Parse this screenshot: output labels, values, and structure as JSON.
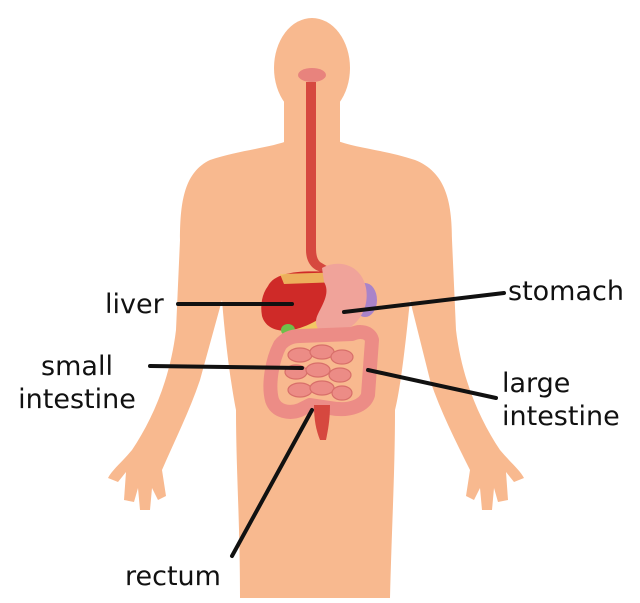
{
  "labels": {
    "liver": "liver",
    "small_intestine": [
      "small",
      "intestine"
    ],
    "stomach": "stomach",
    "large_intestine": [
      "large",
      "intestine"
    ],
    "rectum": "rectum"
  },
  "colors": {
    "skin": "#f8b98f",
    "esophagus": "#d6483f",
    "liver": "#cf2a28",
    "stomach": "#f0a39a",
    "intestine": "#ec8c86",
    "gallbladder": "#6fbf4a",
    "pancreas": "#f2c765",
    "spleen": "#a983c9",
    "leader_line": "#111111"
  }
}
